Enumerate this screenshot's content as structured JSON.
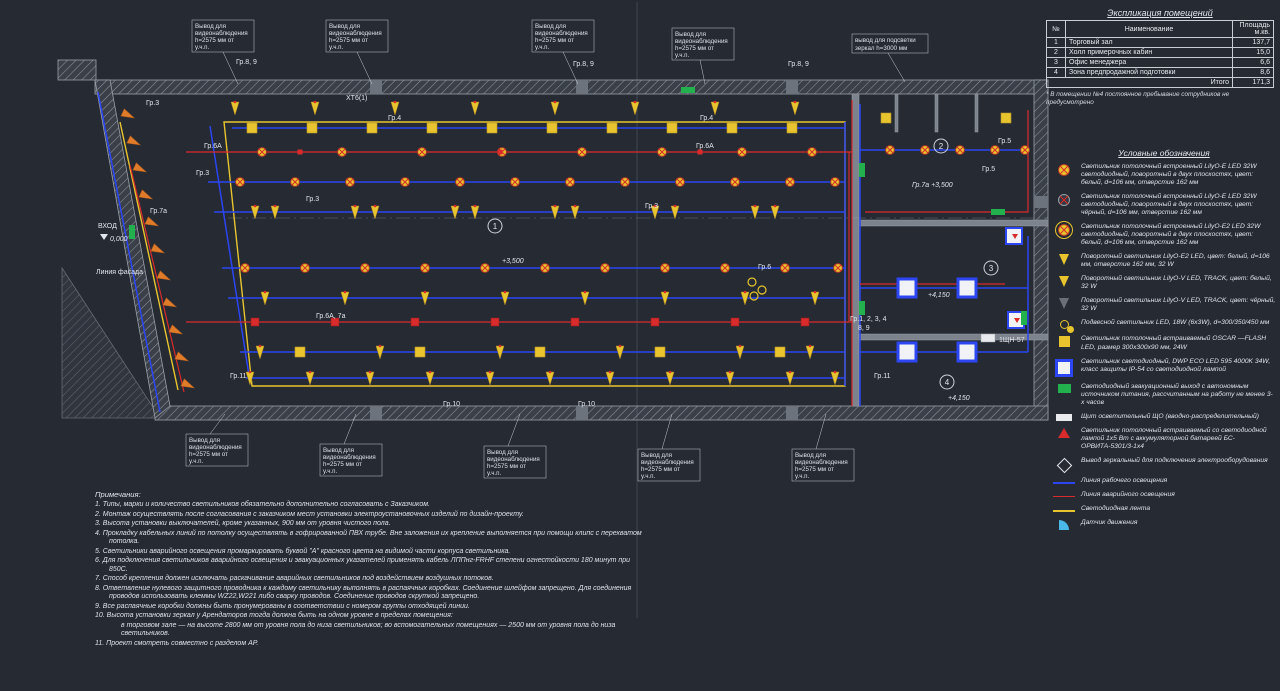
{
  "table": {
    "title": "Экспликация помещений",
    "col_num": "№",
    "col_name": "Наименование",
    "col_area": "Площадь м.кв.",
    "rows": [
      {
        "num": "1",
        "name": "Торговый зал",
        "area": "137,7"
      },
      {
        "num": "2",
        "name": "Холл примерочных кабин",
        "area": "15,0"
      },
      {
        "num": "3",
        "name": "Офис менеджера",
        "area": "6,6"
      },
      {
        "num": "4",
        "name": "Зона предпродажной подготовки",
        "area": "8,6"
      }
    ],
    "total_label": "Итого",
    "total_value": "171,3",
    "footnote": "* В помещении №4 постоянное пребывание сотрудников не предусмотрено"
  },
  "legend": {
    "title": "Условные обозначения",
    "items": [
      {
        "text": "Светильник потолочный встроенный LilyO-E LED 32W светодиодный, поворотный в двух плоскостях, цвет: белый, d=106 мм, отверстие 162 мм"
      },
      {
        "text": "Светильник потолочный встроенный LilyO-E LED 32W светодиодный, поворотный в двух плоскостях, цвет: чёрный, d=106 мм, отверстие 162 мм"
      },
      {
        "text": "Светильник потолочный встроенный LilyO-E2 LED 32W светодиодный, поворотный в двух плоскостях, цвет: белый, d=106 мм, отверстие 162 мм"
      },
      {
        "text": "Поворотный светильник LilyO-E2 LED, цвет: белый, d=106 мм, отверстие 162 мм, 32 W"
      },
      {
        "text": "Поворотный светильник LilyO-V LED, TRACK, цвет: белый, 32 W"
      },
      {
        "text": "Поворотный светильник LilyO-V LED, TRACK, цвет: чёрный, 32 W"
      },
      {
        "text": "Подвесной светильник LED, 18W (6x3W), d=300/350/450 мм"
      },
      {
        "text": "Светильник потолочный встраиваемый OSCAR —FLASH LED, размер 300x300x90 мм, 24W"
      },
      {
        "text": "Светильник светодиодный, DWP ECO LED 595 4000K 34W, класс защиты IP-54 со светодиодной лампой"
      },
      {
        "text": "Светодиодный эвакуационный выход с автономным источником питания, рассчитанным на работу не менее 3-х часов"
      },
      {
        "text": "Щит осветительный ЩО (вводно-распределительный)"
      },
      {
        "text": "Светильник потолочный встраиваемый со светодиодной лампой 1х5 Вт с аккумуляторной батареей БС- ОРВИТА-5301/3-1х4"
      },
      {
        "text": "Вывод зеркальный для подключения электрооборудования"
      },
      {
        "text": "Линия рабочего освещения"
      },
      {
        "text": "Линия аварийного освещения"
      },
      {
        "text": "Светодиодная лента"
      },
      {
        "text": "Датчик движения"
      }
    ]
  },
  "notes": {
    "title": "Примечания:",
    "items": [
      "1. Типы, марки и количество светильников обязательно дополнительно согласовать с Заказчиком.",
      "2. Монтаж осуществлять после согласования с заказчиком мест установки электроустановочных изделий по дизайн-проекту.",
      "3. Высота установки выключателей, кроме указанных, 900 мм от уровня чистого пола.",
      "4. Прокладку кабельных линий по потолку осуществлять в гофрированной ПВХ трубе. Вне заложения их крепление выполняется при помощи клипс с перехватом потолка.",
      "5. Светильники аварийного освещения промаркировать буквой \"А\" красного цвета на видимой части корпуса светильника.",
      "6. Для подключения светильников аварийного освещения и эвакуационных указателей применять кабель ЛППнг-FRHF степени огнестойкости 180 минут при 850С.",
      "7. Способ крепления должен исключать раскачивание аварийных светильников под воздействием воздушных потоков.",
      "8. Ответвление нулевого защитного проводника к каждому светильнику выполнять в распаячных коробках. Соединение шлейфом запрещено. Для соединения проводов использовать клеммы WZ22,W221 либо сварку проводов. Соединение проводов скруткой запрещено.",
      "9. Все распаячные коробки должны быть пронумерованы в соответствии с номером группы отходящей линии.",
      "10. Высота установки зеркал у Арендаторов тогда должна быть на одном уровне в пределах помещения:",
      "в торговом зале — на высоте 2800 мм от уровня пола до низа светильников; во вспомогательных помещениях — 2500 мм от уровня пола до низа светильников.",
      "11. Проект смотреть совместно с разделом АР."
    ]
  },
  "plan": {
    "callout": [
      "Вывод для",
      "видеонаблюдения",
      "h=2575 мм от",
      "у.ч.п."
    ],
    "mirror_callout": [
      "вывод для подсветки",
      "зеркал h=3000 мм"
    ],
    "groups": {
      "g3": "Гр.3",
      "g4": "Гр.4",
      "g5": "Гр.5",
      "g6": "Гр.6",
      "g6a": "Гр.6А",
      "g6a7a": "Гр.6А, 7а",
      "g7a": "Гр.7а",
      "g89": "Гр.8, 9",
      "g89b": "8, 9",
      "g10": "Гр.10",
      "g11": "Гр.11",
      "g1234": "Гр.1, 2, 3, 4"
    },
    "levels": {
      "zero": "0,000",
      "l35": "+3,500",
      "l415": "+4,150"
    },
    "misc": {
      "entrance": "ВХОД",
      "facade": "Линия фасада",
      "panel": "1ЩН-57",
      "xt": "ХТ6(1)",
      "gr7a_level": "Гр.7а +3,500"
    },
    "rooms": {
      "r1": "1",
      "r2": "2",
      "r3": "3",
      "r4": "4"
    }
  },
  "colors": {
    "background": "#252a33",
    "working_line": "#2b46f2",
    "emergency_line": "#d92b2b",
    "led_strip": "#e8c52e",
    "exit_sign": "#22b14c",
    "wall": "#9aa0a8"
  }
}
